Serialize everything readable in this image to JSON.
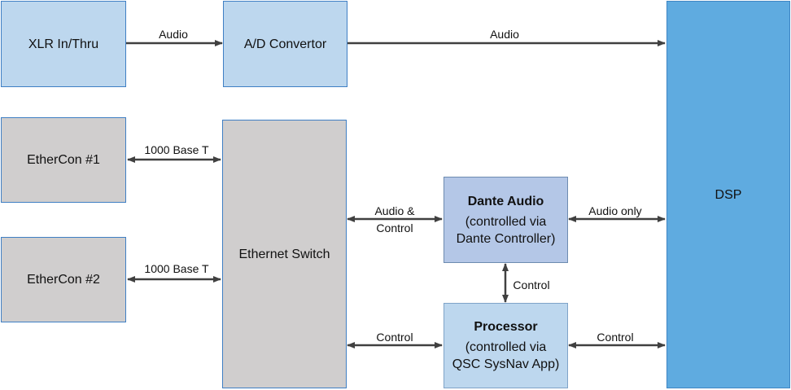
{
  "blocks": {
    "xlr": "XLR In/Thru",
    "adc": "A/D Convertor",
    "ethercon1": "EtherCon #1",
    "ethercon2": "EtherCon #2",
    "switch": "Ethernet Switch",
    "dante_title": "Dante Audio",
    "dante_sub1": "(controlled via",
    "dante_sub2": "Dante Controller)",
    "processor_title": "Processor",
    "processor_sub1": "(controlled via",
    "processor_sub2": "QSC SysNav App)",
    "dsp": "DSP"
  },
  "links": {
    "xlr_adc": "Audio",
    "adc_dsp": "Audio",
    "ec1_switch": "1000 Base T",
    "ec2_switch": "1000 Base T",
    "switch_dante_1": "Audio &",
    "switch_dante_2": "Control",
    "dante_dsp": "Audio only",
    "dante_proc": "Control",
    "switch_proc": "Control",
    "proc_dsp": "Control"
  },
  "colors": {
    "light_blue": "#bdd7ee",
    "gray": "#d0cece",
    "dante": "#b4c7e7",
    "dsp": "#5fabe0",
    "border": "#3f7fc4",
    "arrow": "#404040"
  }
}
